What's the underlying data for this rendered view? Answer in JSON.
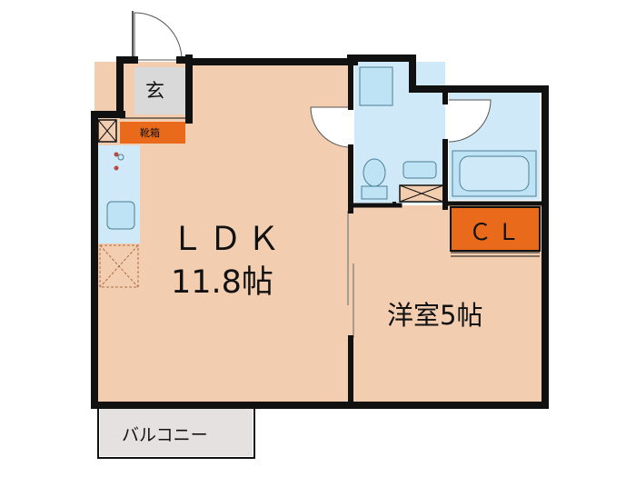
{
  "colors": {
    "wall": "#111111",
    "ldk_floor": "#f2cdb0",
    "wet_area": "#cfe9f8",
    "closet": "#e96a1a",
    "entrance": "#d9d9d9",
    "balcony": "#e6e1e1",
    "fixture_outline": "#4b7f95"
  },
  "rooms": {
    "entrance": {
      "label": "玄"
    },
    "shoe_box": {
      "label": "靴箱"
    },
    "ldk": {
      "label": "ＬＤＫ",
      "size": "11.8帖"
    },
    "western_room": {
      "label": "洋室5帖"
    },
    "closet": {
      "label": "ＣＬ"
    },
    "balcony": {
      "label": "バルコニー"
    }
  },
  "icons": [
    "door-swing-icon",
    "toilet-icon",
    "washbasin-icon",
    "washing-machine-pan-icon",
    "bathtub-icon",
    "stove-icon",
    "sink-icon",
    "refrigerator-space-icon",
    "sliding-door-icon",
    "window-icon"
  ]
}
